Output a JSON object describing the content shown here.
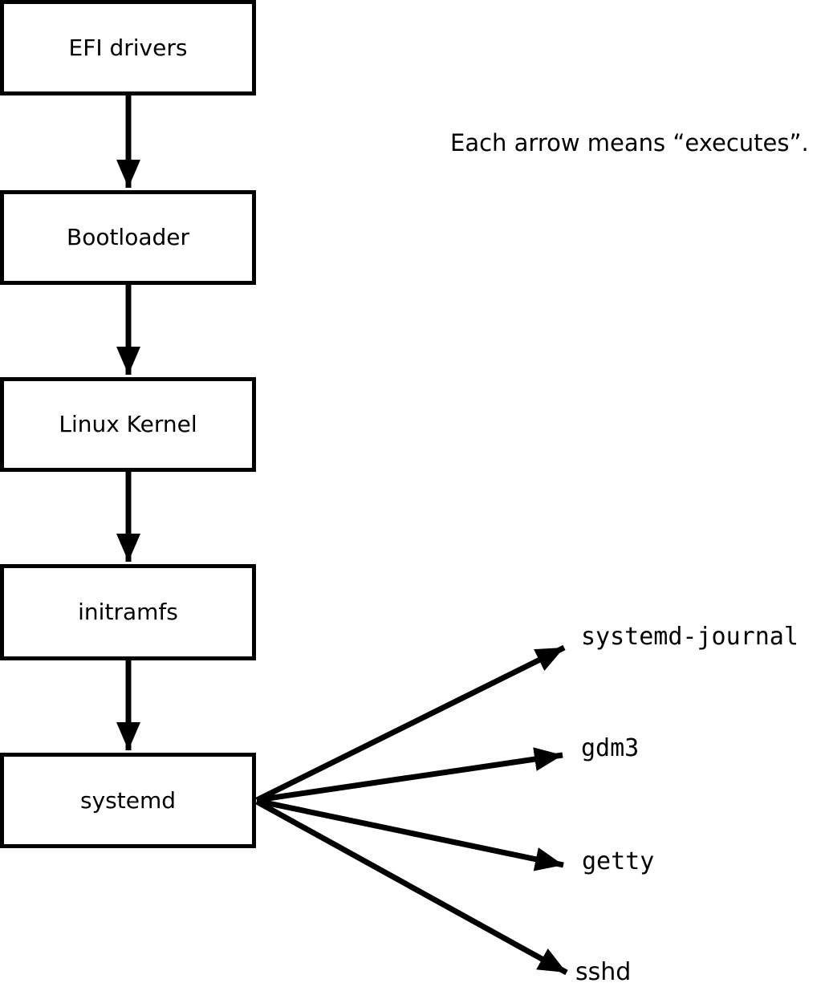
{
  "diagram": {
    "annotation": "Each arrow means “executes”.",
    "chain": [
      {
        "id": "efi-drivers",
        "label": "EFI drivers"
      },
      {
        "id": "bootloader",
        "label": "Bootloader"
      },
      {
        "id": "linux-kernel",
        "label": "Linux Kernel"
      },
      {
        "id": "initramfs",
        "label": "initramfs"
      },
      {
        "id": "systemd",
        "label": "systemd"
      }
    ],
    "spawned": [
      {
        "id": "systemd-journal",
        "label": "systemd-journal"
      },
      {
        "id": "gdm3",
        "label": "gdm3"
      },
      {
        "id": "getty",
        "label": "getty"
      },
      {
        "id": "sshd",
        "label": "sshd"
      }
    ],
    "arrow_meaning": "executes",
    "colors": {
      "line": "#000000",
      "box_fill": "#ffffff",
      "text": "#000000",
      "background": "#ffffff"
    }
  }
}
